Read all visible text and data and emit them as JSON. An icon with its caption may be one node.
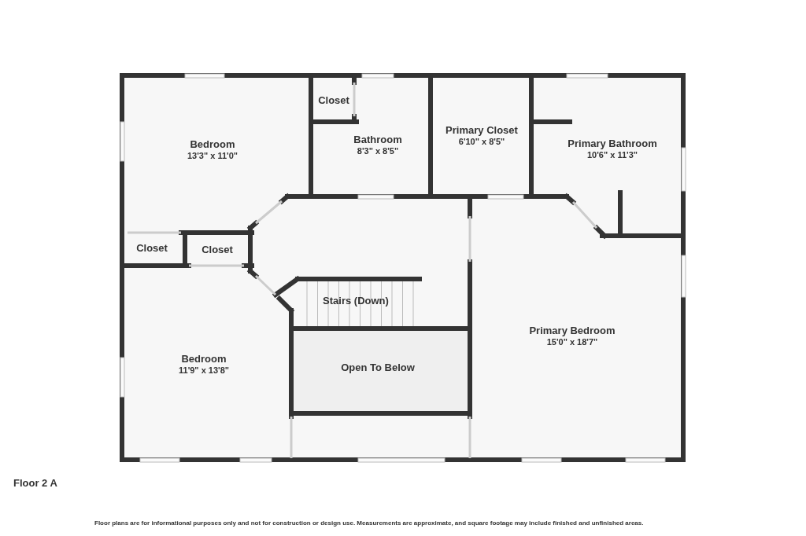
{
  "diagram": {
    "nodes": [
      {
        "text": [
          "Bedroom",
          "13'3\" x 11'0\""
        ]
      },
      {
        "text": [
          "Closet"
        ]
      },
      {
        "text": [
          "Bathroom",
          "8'3\" x 8'5\""
        ]
      },
      {
        "text": [
          "Primary Closet",
          "6'10\" x 8'5\""
        ]
      },
      {
        "text": [
          "Primary Bathroom",
          "10'6\" x 11'3\""
        ]
      },
      {
        "text": [
          "Closet"
        ]
      },
      {
        "text": [
          "Closet"
        ]
      },
      {
        "text": [
          "Stairs (Down)"
        ]
      },
      {
        "text": [
          "Primary Bedroom",
          "15'0\" x 18'7\""
        ]
      },
      {
        "text": [
          "Bedroom",
          "11'9\" x 13'8\""
        ]
      },
      {
        "text": [
          "Open To Below"
        ]
      }
    ],
    "edges": [],
    "labels": [
      "Floor 2 A",
      "Floor plans are for informational purposes only and not for construction or design use. Measurements are approximate, and square footage may include finished and unfinished areas."
    ]
  }
}
